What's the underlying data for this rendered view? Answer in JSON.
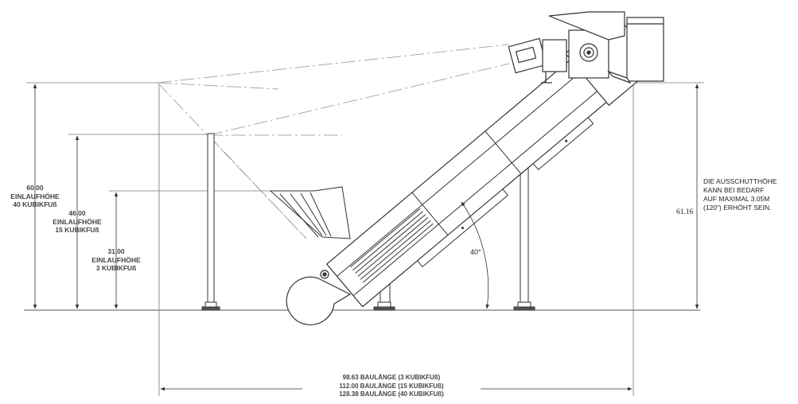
{
  "inlet_heights": [
    {
      "value": "60.00",
      "label": "EINLAUFHÖHE",
      "capacity": "40 KUBIKFUß"
    },
    {
      "value": "46.00",
      "label": "EINLAUFHÖHE",
      "capacity": "15 KUBIKFUß"
    },
    {
      "value": "31.00",
      "label": "EINLAUFHÖHE",
      "capacity": "3 KUBIKFUß"
    }
  ],
  "discharge": {
    "value": "61.16",
    "note_lines": [
      "DIE AUSSCHUTTHÖHE",
      "KANN BEI BEDARF",
      "AUF MAXIMAL 3.05M",
      "(120\") ERHÖHT SEIN."
    ]
  },
  "angle_label": "40°",
  "lengths": [
    "98.63 BAULÄNGE  (3 KUBIKFUß)",
    "112.00 BAULÄNGE  (15 KUBIKFUß)",
    "128.38 BAULÄNGE  (40 KUBIKFUß)"
  ]
}
